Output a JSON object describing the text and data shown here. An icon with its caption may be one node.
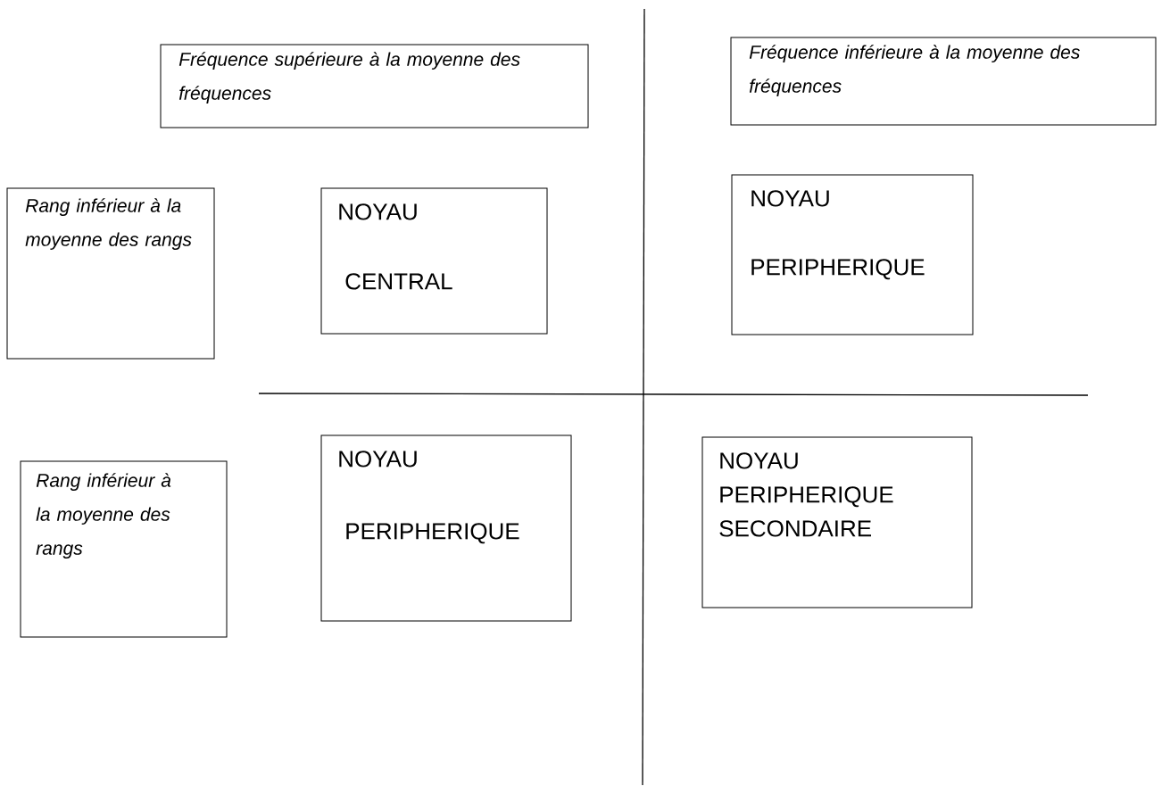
{
  "diagram": {
    "nodes": [
      {
        "text": [
          "Fréquence supérieure à la moyenne des fréquences"
        ]
      },
      {
        "text": [
          "Fréquence inférieure à la moyenne des fréquences"
        ]
      },
      {
        "text": [
          "Rang inférieur à la moyenne des rangs"
        ]
      },
      {
        "text": [
          "NOYAU",
          "CENTRAL"
        ]
      },
      {
        "text": [
          "NOYAU",
          "PERIPHERIQUE"
        ]
      },
      {
        "text": [
          "Rang inférieur à la moyenne des rangs"
        ]
      },
      {
        "text": [
          "NOYAU",
          "PERIPHERIQUE"
        ]
      },
      {
        "text": [
          "NOYAU",
          "PERIPHERIQUE SECONDAIRE"
        ]
      }
    ]
  }
}
